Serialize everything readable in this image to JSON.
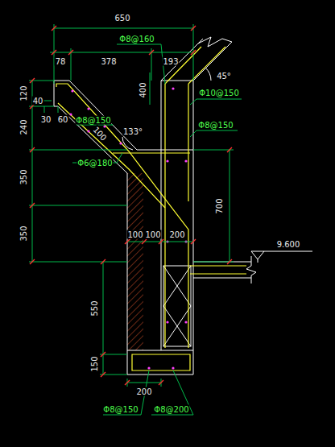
{
  "diagram": {
    "labels": [
      "650",
      "Φ8@160",
      "78",
      "378",
      "193",
      "45°",
      "Φ10@150",
      "120",
      "40",
      "240",
      "30",
      "60",
      "Φ8@150",
      "400",
      "100",
      "133°",
      "Φ8@150",
      "Φ6@180",
      "350",
      "700",
      "350",
      "100",
      "100",
      "200",
      "9.600",
      "550",
      "150",
      "200",
      "Φ8@150",
      "Φ8@200"
    ]
  }
}
